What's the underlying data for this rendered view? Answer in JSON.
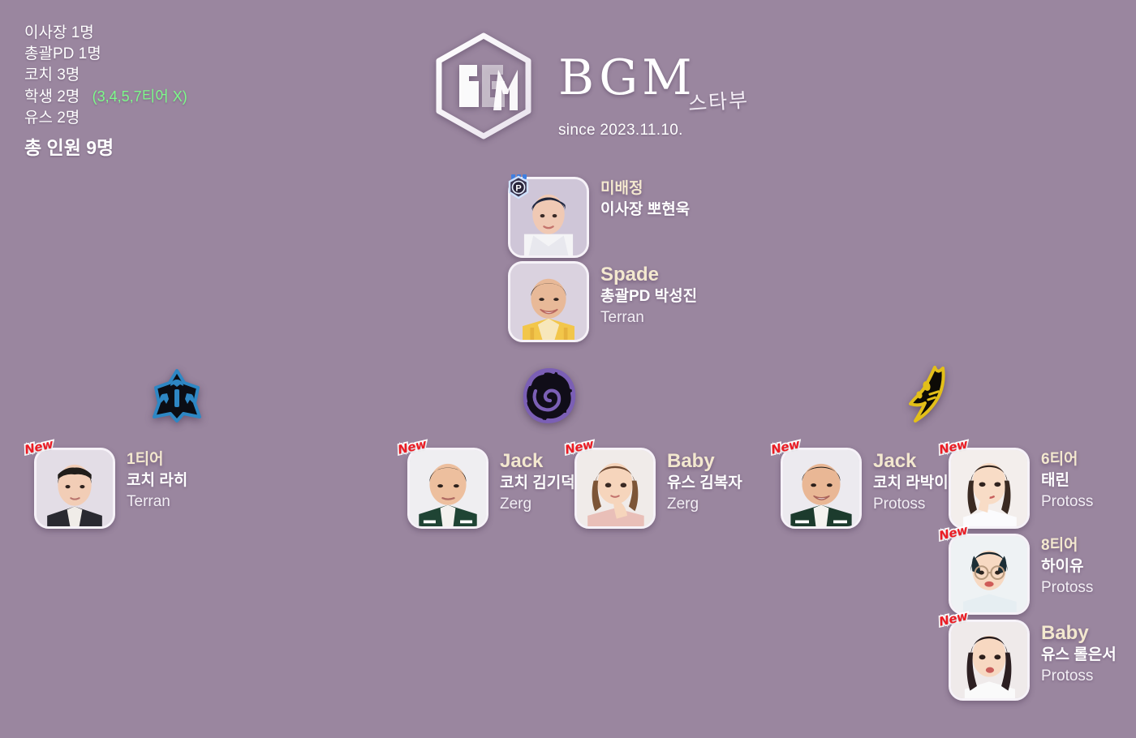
{
  "page": {
    "background_color": "#9a869f",
    "accent_nick_color": "#f3e8cf",
    "note_color": "#7dfb8a",
    "new_badge_color": "#ec1c24"
  },
  "roster": {
    "lines": [
      {
        "label": "이사장 1명",
        "note": ""
      },
      {
        "label": "총괄PD 1명",
        "note": ""
      },
      {
        "label": "코치 3명",
        "note": ""
      },
      {
        "label": "학생 2명",
        "note": "(3,4,5,7티어 X)"
      },
      {
        "label": "유스 2명",
        "note": ""
      }
    ],
    "total": "총 인원 9명"
  },
  "brand": {
    "logo_icon": "bgm-hexagon-logo",
    "wordmark": "BGM",
    "subtitle": "스타부",
    "since": "since 2023.11.10."
  },
  "leadership": [
    {
      "nick": "미배정",
      "role": "이사장 뽀현욱",
      "race": "",
      "badge": "p-rank-badge",
      "new": false
    },
    {
      "nick": "Spade",
      "role": "총괄PD 박성진",
      "race": "Terran",
      "badge": "",
      "new": false
    }
  ],
  "race_columns": [
    {
      "race": "Terran",
      "emblem_icon": "terran-emblem-icon",
      "emblem_color": "#2e87c4",
      "groups": [
        [
          {
            "nick": "1티어",
            "role": "코치 라히",
            "race": "Terran",
            "new": true,
            "nick_kr": true
          }
        ]
      ]
    },
    {
      "race": "Zerg",
      "emblem_icon": "zerg-emblem-icon",
      "emblem_color": "#7b5fb5",
      "groups": [
        [
          {
            "nick": "Jack",
            "role": "코치 김기덕",
            "race": "Zerg",
            "new": true,
            "nick_kr": false
          }
        ],
        [
          {
            "nick": "Baby",
            "role": "유스 김복자",
            "race": "Zerg",
            "new": true,
            "nick_kr": false
          }
        ]
      ]
    },
    {
      "race": "Protoss",
      "emblem_icon": "protoss-emblem-icon",
      "emblem_color": "#e3bf19",
      "groups": [
        [
          {
            "nick": "Jack",
            "role": "코치 라박이",
            "race": "Protoss",
            "new": true,
            "nick_kr": false
          }
        ],
        [
          {
            "nick": "6티어",
            "role": "태린",
            "race": "Protoss",
            "new": true,
            "nick_kr": true
          },
          {
            "nick": "8티어",
            "role": "하이유",
            "race": "Protoss",
            "new": true,
            "nick_kr": true
          },
          {
            "nick": "Baby",
            "role": "유스 롤은서",
            "race": "Protoss",
            "new": true,
            "nick_kr": false
          }
        ]
      ]
    }
  ],
  "members_flat": [
    {
      "id": "chairman",
      "nick": "미배정",
      "role": "이사장 뽀현욱",
      "race": ""
    },
    {
      "id": "head-pd",
      "nick": "Spade",
      "role": "총괄PD 박성진",
      "race": "Terran"
    },
    {
      "id": "terran-c1",
      "nick": "1티어",
      "role": "코치 라히",
      "race": "Terran"
    },
    {
      "id": "zerg-c1",
      "nick": "Jack",
      "role": "코치 김기덕",
      "race": "Zerg"
    },
    {
      "id": "zerg-y1",
      "nick": "Baby",
      "role": "유스 김복자",
      "race": "Zerg"
    },
    {
      "id": "protoss-c1",
      "nick": "Jack",
      "role": "코치 라박이",
      "race": "Protoss"
    },
    {
      "id": "protoss-s1",
      "nick": "6티어",
      "role": "태린",
      "race": "Protoss"
    },
    {
      "id": "protoss-s2",
      "nick": "8티어",
      "role": "하이유",
      "race": "Protoss"
    },
    {
      "id": "protoss-y1",
      "nick": "Baby",
      "role": "유스 롤은서",
      "race": "Protoss"
    }
  ],
  "badge_labels": {
    "new": "New",
    "rank": "P"
  }
}
